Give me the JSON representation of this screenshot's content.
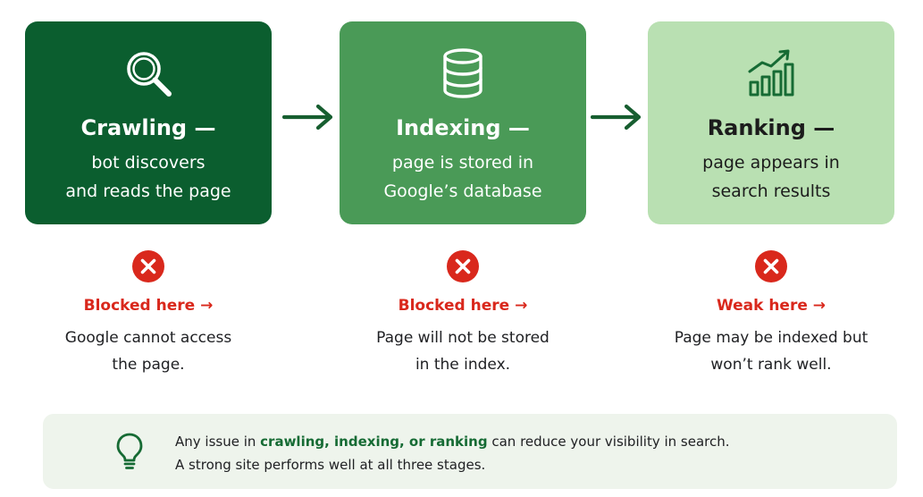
{
  "colors": {
    "crawling_bg": "#0b5e2f",
    "indexing_bg": "#4a9a57",
    "ranking_bg": "#b9e0b2",
    "dark_green": "#166b34",
    "arrow": "#175e30",
    "red": "#d9281c",
    "note_bg": "#eef4ec",
    "text_dark": "#202124",
    "white": "#ffffff"
  },
  "stages": [
    {
      "id": "crawling",
      "icon": "magnifier-icon",
      "title": "Crawling —",
      "desc": [
        "bot discovers",
        "and reads the page"
      ]
    },
    {
      "id": "indexing",
      "icon": "database-icon",
      "title": "Indexing —",
      "desc": [
        "page is stored in",
        "Google’s database"
      ]
    },
    {
      "id": "ranking",
      "icon": "rising-bar-chart-icon",
      "title": "Ranking —",
      "desc": [
        "page appears in",
        "search results"
      ]
    }
  ],
  "statuses": [
    {
      "icon": "error-x-icon",
      "label": "Blocked here →",
      "detail": [
        "Google cannot access",
        "the page."
      ]
    },
    {
      "icon": "error-x-icon",
      "label": "Blocked here →",
      "detail": [
        "Page will not be stored",
        "in the index."
      ]
    },
    {
      "icon": "error-x-icon",
      "label": "Weak here →",
      "detail": [
        "Page may be indexed but",
        "won’t rank well."
      ]
    }
  ],
  "note": {
    "icon": "lightbulb-icon",
    "prefix": "Any issue in ",
    "highlight": "crawling, indexing, or ranking",
    "suffix": " can reduce your visibility in search.",
    "line2": "A strong site performs well at all three stages."
  }
}
